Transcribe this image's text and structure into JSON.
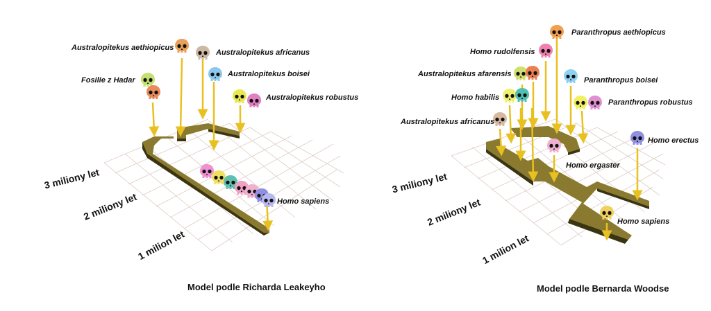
{
  "left_panel": {
    "caption": "Model podle Richarda Leakeyho",
    "time_labels": [
      "3 miliony let",
      "2 miliony let",
      "1 milion let"
    ],
    "species": [
      {
        "name": "Australopitekus aethiopicus",
        "color": "#e8a15a"
      },
      {
        "name": "Australopitekus africanus",
        "color": "#cdb8a4"
      },
      {
        "name": "Australopitekus boisei",
        "color": "#8cc8ee"
      },
      {
        "name": "Australopitekus robustus",
        "color": "#e8e850"
      },
      {
        "name": "Fosilie z Hadar",
        "color": "#c4e070"
      },
      {
        "name": "Homo sapiens",
        "color": "#b8b8f0"
      }
    ]
  },
  "right_panel": {
    "caption": "Model podle Bernarda Woodse",
    "time_labels": [
      "3 miliony let",
      "2 miliony let",
      "1 milion let"
    ],
    "species": [
      {
        "name": "Paranthropus aethiopicus",
        "color": "#f0a050"
      },
      {
        "name": "Homo rudolfensis",
        "color": "#f080b0"
      },
      {
        "name": "Australopitekus afarensis",
        "color": "#d0e070"
      },
      {
        "name": "Paranthropus boisei",
        "color": "#90d0f0"
      },
      {
        "name": "Homo habilis",
        "color": "#f0f070"
      },
      {
        "name": "Paranthropus robustus",
        "color": "#f0f060"
      },
      {
        "name": "Australopitekus africanus",
        "color": "#d8b8a0"
      },
      {
        "name": "Homo erectus",
        "color": "#9090e0"
      },
      {
        "name": "Homo ergaster",
        "color": "#f0b0d0"
      },
      {
        "name": "Homo sapiens",
        "color": "#f0d060"
      }
    ]
  },
  "colors": {
    "branch": "#8a7a30",
    "branch_edge": "#3a3410",
    "arrow": "#e8c020",
    "grid": "#d8c8c0"
  }
}
